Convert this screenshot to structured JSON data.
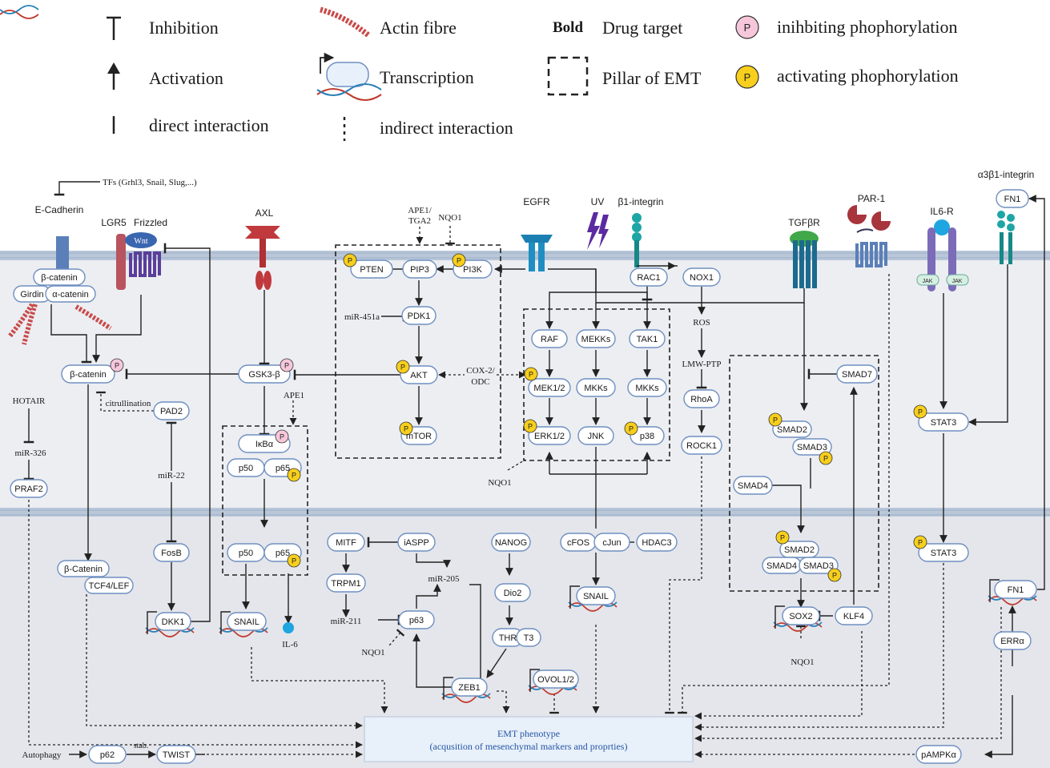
{
  "legend": {
    "inhibition": "Inhibition",
    "activation": "Activation",
    "direct": "direct interaction",
    "actin": "Actin fibre",
    "transcription": "Transcription",
    "indirect": "indirect interaction",
    "bold": "Bold",
    "drug_target": "Drug target",
    "pillar": "Pillar of EMT",
    "p_inhib": "inihbiting phophorylation",
    "p_activ": "activating phophorylation",
    "p_letter": "P"
  },
  "receptors": {
    "ecadherin": "E-Cadherin",
    "lgr5": "LGR5",
    "frizzled": "Frizzled",
    "wnt": "Wnt",
    "axl": "AXL",
    "egfr": "EGFR",
    "uv": "UV",
    "b1integrin": "β1-integrin",
    "tgfbr": "TGFβR",
    "par1": "PAR-1",
    "il6r": "IL6-R",
    "a3b1integrin": "α3β1-integrin",
    "jak": "JAK"
  },
  "notes": {
    "tfs": "TFs (Grhl3, Snail, Slug,...)",
    "ape1_tga2": "APE1/",
    "ape1_tga2_b": "TGA2",
    "nqo1": "NQO1",
    "mir451a": "miR-451a",
    "cox2": "COX-2/",
    "odc": "ODC",
    "ape1": "APE1",
    "citrullination": "citrullination",
    "hotair": "HOTAIR",
    "mir326": "miR-326",
    "mir22": "miR-22",
    "ros": "ROS",
    "lmwptp": "LMW-PTP",
    "mir211": "miR-211",
    "mir205": "miR-205",
    "il6": "IL-6",
    "autophagy": "Autophagy",
    "stab": "stab."
  },
  "nodes": {
    "b_catenin_top": "β-catenin",
    "girdin": "Girdin",
    "a_catenin": "α-catenin",
    "b_catenin": "β-catenin",
    "gsk3b": "GSK3-β",
    "pten": "PTEN",
    "pip3": "PIP3",
    "pi3k": "PI3K",
    "pdk1": "PDK1",
    "akt": "AKT",
    "mtor": "mTOR",
    "rac1": "RAC1",
    "nox1": "NOX1",
    "raf": "RAF",
    "mekks": "MEKKs",
    "tak1": "TAK1",
    "mek12": "MEK1/2",
    "mkks1": "MKKs",
    "mkks2": "MKKs",
    "erk12": "ERK1/2",
    "jnk": "JNK",
    "p38": "p38",
    "rhoa": "RhoA",
    "rock1": "ROCK1",
    "smad7": "SMAD7",
    "smad2": "SMAD2",
    "smad3": "SMAD3",
    "smad4": "SMAD4",
    "smad2b": "SMAD2",
    "smad4b": "SMAD4",
    "smad3b": "SMAD3",
    "stat3": "STAT3",
    "stat3b": "STAT3",
    "pad2": "PAD2",
    "ikba": "IκBα",
    "p50": "p50",
    "p65": "p65",
    "p50b": "p50",
    "p65b": "p65",
    "praf2": "PRAF2",
    "fosb": "FosB",
    "b_catenin_nuc": "β-Catenin",
    "tcf4lef": "TCF4/LEF",
    "dkk1": "DKK1",
    "snail1": "SNAIL",
    "mitf": "MITF",
    "iaspp": "iASPP",
    "trpm1": "TRPM1",
    "p63": "p63",
    "nanog": "NANOG",
    "dio2": "Dio2",
    "thr": "THR",
    "t3": "T3",
    "zeb1": "ZEB1",
    "ovol12": "OVOL1/2",
    "cfos": "cFOS",
    "cjun": "cJun",
    "hdac3": "HDAC3",
    "snail2": "SNAIL",
    "sox2": "SOX2",
    "klf4": "KLF4",
    "fn1_top": "FN1",
    "fn1": "FN1",
    "erra": "ERRα",
    "pampka": "pAMPKα",
    "p62": "p62",
    "twist": "TWIST"
  },
  "emt": {
    "title": "EMT phenotype",
    "subtitle": "(acqusition of mesenchymal markers and proprties)"
  },
  "colors": {
    "node_fill": "#ffffff",
    "node_stroke": "#6f8fc0",
    "membrane": "#b8c6d8",
    "cytoplasm": "#edeff3",
    "nucleus": "#e7e9ee",
    "p_yellow": "#f7cf1c",
    "p_pink": "#f6c7da",
    "emt_box": "#e8f0f9",
    "emt_text": "#2456a8"
  }
}
